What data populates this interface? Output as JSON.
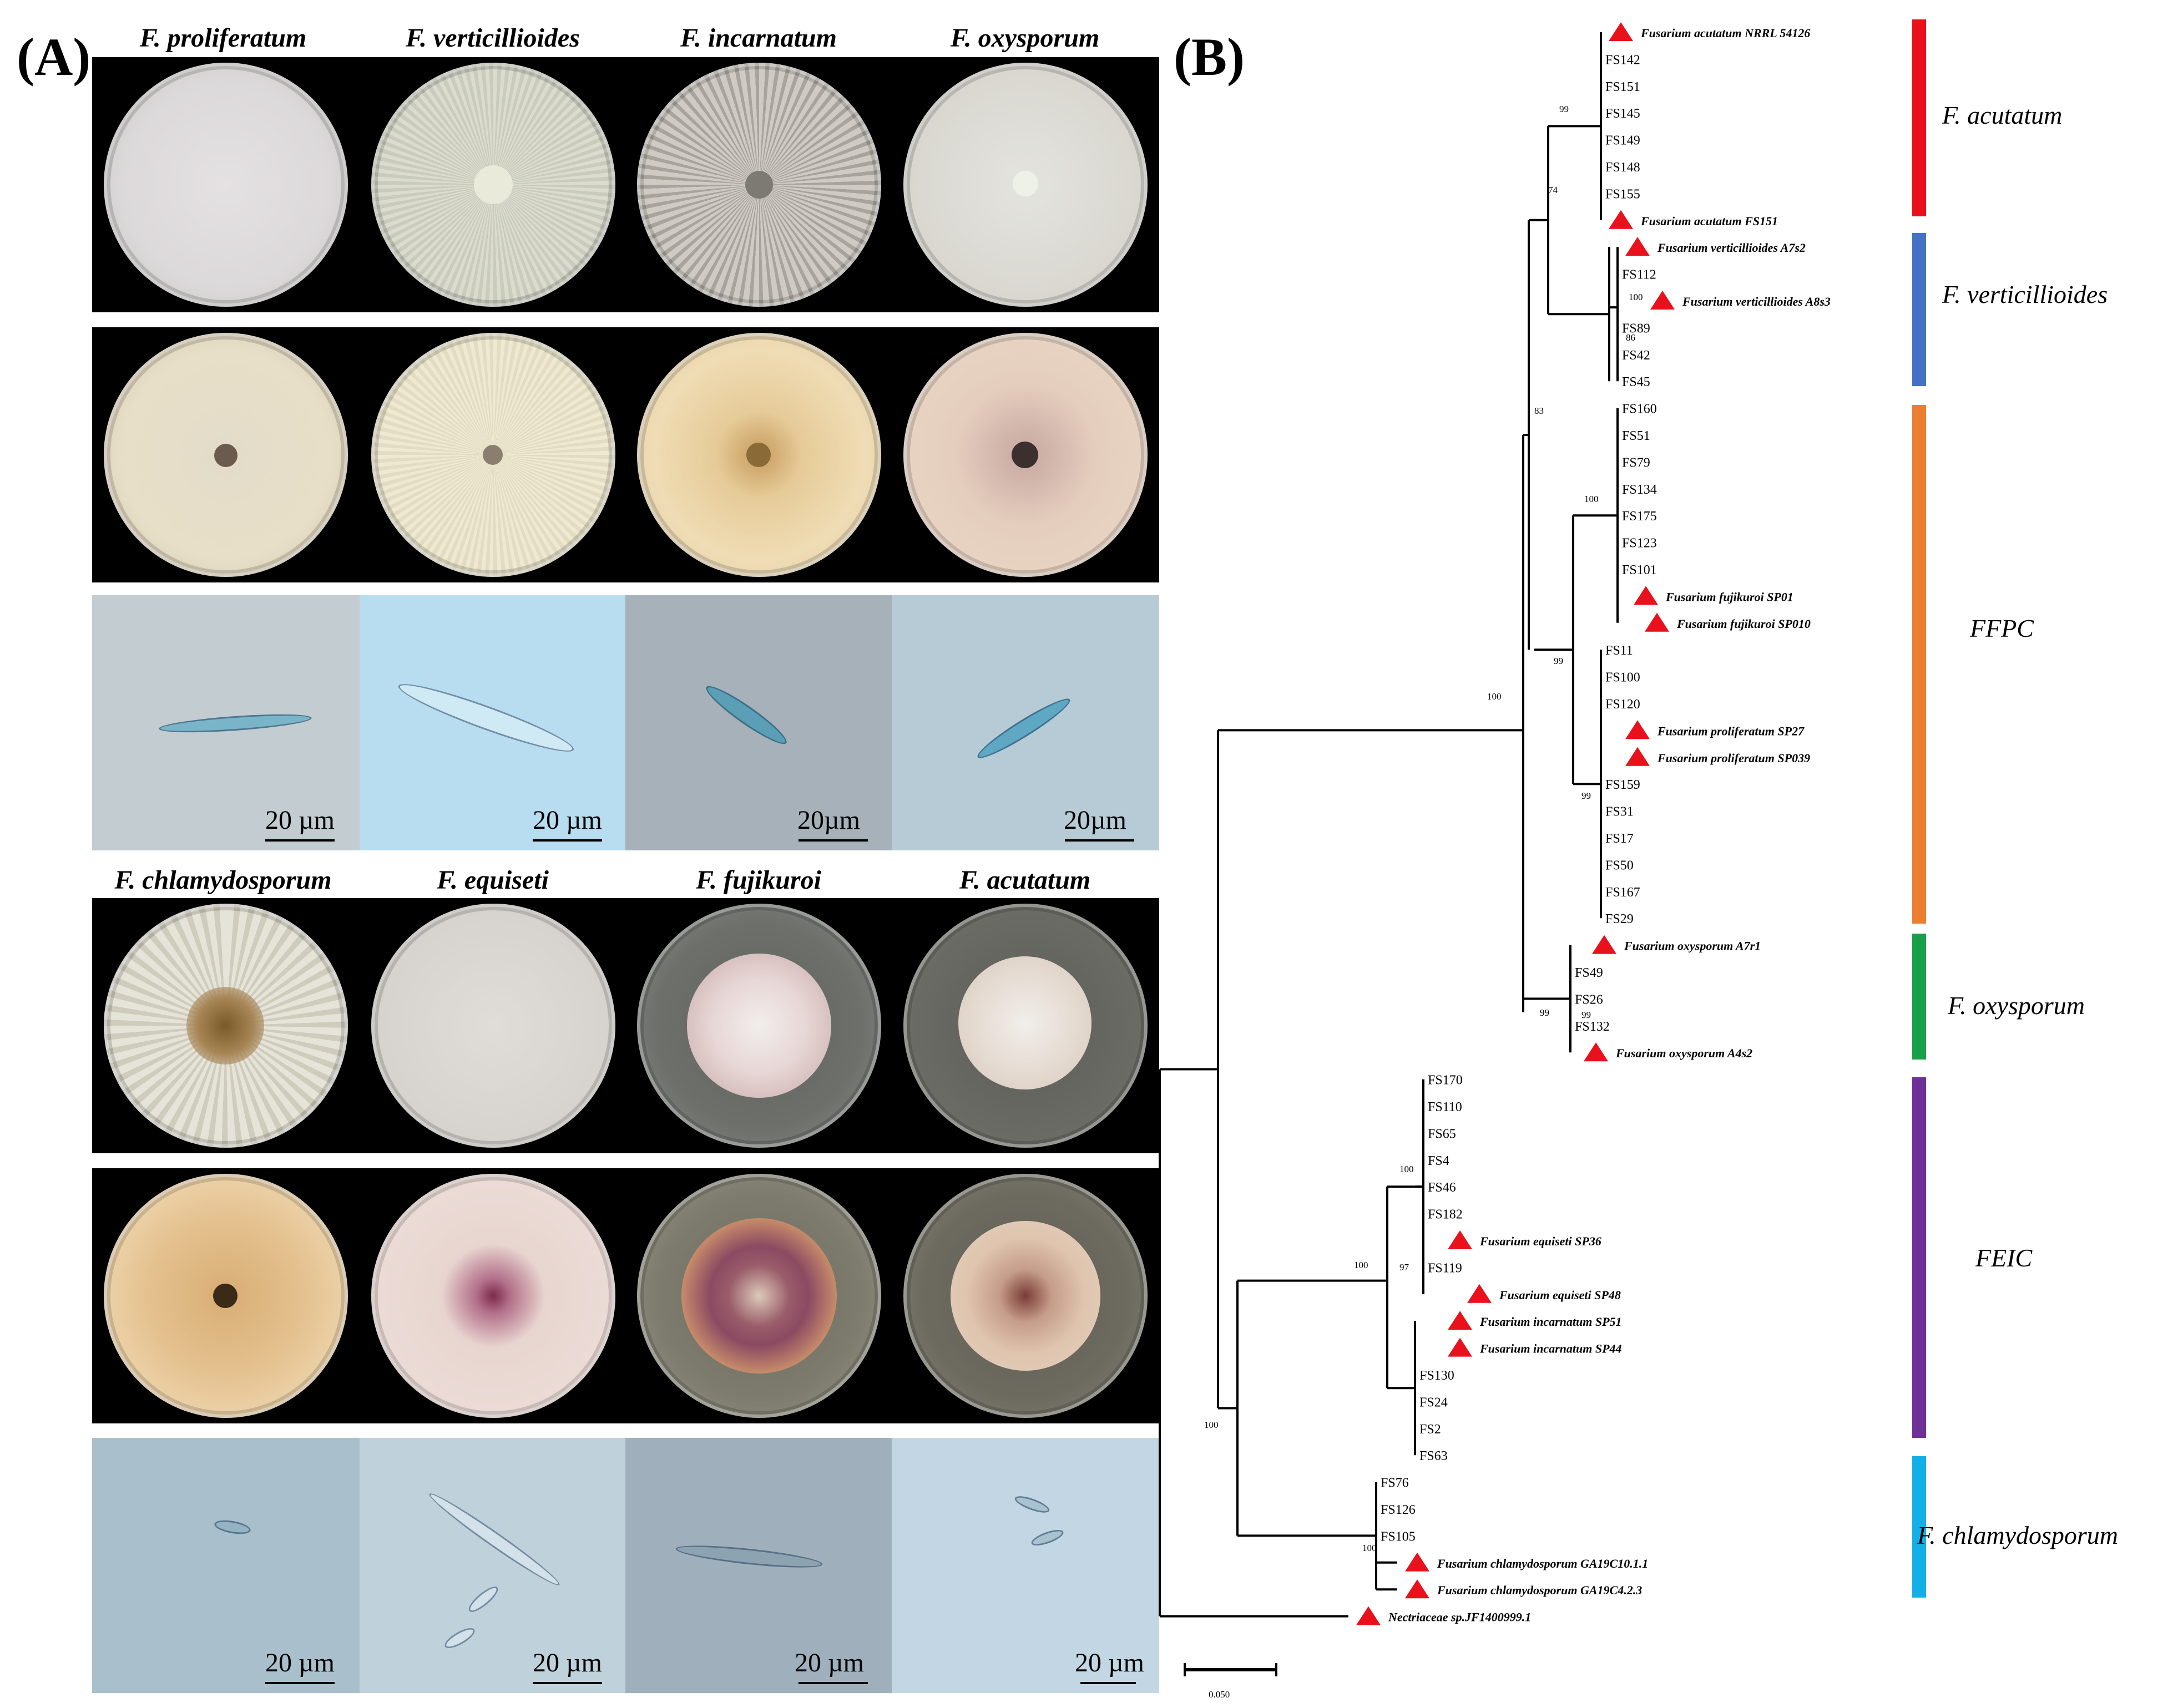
{
  "panels": {
    "a_label": "(A)",
    "b_label": "(B)"
  },
  "photo_panel": {
    "top_species": [
      "F. proliferatum",
      "F. verticillioides",
      "F. incarnatum",
      "F. oxysporum"
    ],
    "bottom_species": [
      "F. chlamydosporum",
      "F. equiseti",
      "F. fujikuroi",
      "F. acutatum"
    ],
    "top_scale_labels": [
      "20 µm",
      "20 µm",
      "20µm",
      "20µm"
    ],
    "bottom_scale_labels": [
      "20 µm",
      "20 µm",
      "20 µm",
      "20 µm"
    ]
  },
  "tree": {
    "scale_label": "0.050",
    "clade_labels": [
      "F. acutatum",
      "F. verticillioides",
      "FFPC",
      "F. oxysporum",
      "FEIC",
      "F. chlamydosporum"
    ],
    "clade_colors": [
      "#e8111c",
      "#4472c4",
      "#ed7d31",
      "#17a049",
      "#6f3198",
      "#13b0e8"
    ],
    "leaves": [
      {
        "label": "Fusarium acutatum NRRL 54126",
        "ref": true
      },
      {
        "label": "FS142",
        "ref": false
      },
      {
        "label": "FS151",
        "ref": false
      },
      {
        "label": "FS145",
        "ref": false
      },
      {
        "label": "FS149",
        "ref": false
      },
      {
        "label": "FS148",
        "ref": false
      },
      {
        "label": "FS155",
        "ref": false
      },
      {
        "label": "Fusarium acutatum FS151",
        "ref": true
      },
      {
        "label": "Fusarium verticillioides A7s2",
        "ref": true
      },
      {
        "label": "FS112",
        "ref": false
      },
      {
        "label": "Fusarium verticillioides A8s3",
        "ref": true
      },
      {
        "label": "FS89",
        "ref": false
      },
      {
        "label": "FS42",
        "ref": false
      },
      {
        "label": "FS45",
        "ref": false
      },
      {
        "label": "FS160",
        "ref": false
      },
      {
        "label": "FS51",
        "ref": false
      },
      {
        "label": "FS79",
        "ref": false
      },
      {
        "label": "FS134",
        "ref": false
      },
      {
        "label": "FS175",
        "ref": false
      },
      {
        "label": "FS123",
        "ref": false
      },
      {
        "label": "FS101",
        "ref": false
      },
      {
        "label": "Fusarium fujikuroi SP01",
        "ref": true
      },
      {
        "label": "Fusarium fujikuroi SP010",
        "ref": true
      },
      {
        "label": "FS11",
        "ref": false
      },
      {
        "label": "FS100",
        "ref": false
      },
      {
        "label": "FS120",
        "ref": false
      },
      {
        "label": "Fusarium proliferatum SP27",
        "ref": true
      },
      {
        "label": "Fusarium proliferatum SP039",
        "ref": true
      },
      {
        "label": "FS159",
        "ref": false
      },
      {
        "label": "FS31",
        "ref": false
      },
      {
        "label": "FS17",
        "ref": false
      },
      {
        "label": "FS50",
        "ref": false
      },
      {
        "label": "FS167",
        "ref": false
      },
      {
        "label": "FS29",
        "ref": false
      },
      {
        "label": "Fusarium oxysporum A7r1",
        "ref": true
      },
      {
        "label": "FS49",
        "ref": false
      },
      {
        "label": "FS26",
        "ref": false
      },
      {
        "label": "FS132",
        "ref": false
      },
      {
        "label": "Fusarium oxysporum A4s2",
        "ref": true
      },
      {
        "label": "FS170",
        "ref": false
      },
      {
        "label": "FS110",
        "ref": false
      },
      {
        "label": "FS65",
        "ref": false
      },
      {
        "label": "FS4",
        "ref": false
      },
      {
        "label": "FS46",
        "ref": false
      },
      {
        "label": "FS182",
        "ref": false
      },
      {
        "label": "Fusarium equiseti SP36",
        "ref": true
      },
      {
        "label": "FS119",
        "ref": false
      },
      {
        "label": "Fusarium equiseti SP48",
        "ref": true
      },
      {
        "label": "Fusarium incarnatum SP51",
        "ref": true
      },
      {
        "label": "Fusarium incarnatum SP44",
        "ref": true
      },
      {
        "label": "FS130",
        "ref": false
      },
      {
        "label": "FS24",
        "ref": false
      },
      {
        "label": "FS2",
        "ref": false
      },
      {
        "label": "FS63",
        "ref": false
      },
      {
        "label": "FS76",
        "ref": false
      },
      {
        "label": "FS126",
        "ref": false
      },
      {
        "label": "FS105",
        "ref": false
      },
      {
        "label": "Fusarium chlamydosporum GA19C10.1.1",
        "ref": true
      },
      {
        "label": "Fusarium chlamydosporum GA19C4.2.3",
        "ref": true
      },
      {
        "label": "Nectriaceae sp.JF1400999.1",
        "ref": true
      }
    ],
    "bootstrap": [
      "99",
      "74",
      "100",
      "86",
      "83",
      "100",
      "99",
      "99",
      "100",
      "99",
      "99",
      "100",
      "97",
      "100",
      "100",
      "100"
    ]
  }
}
